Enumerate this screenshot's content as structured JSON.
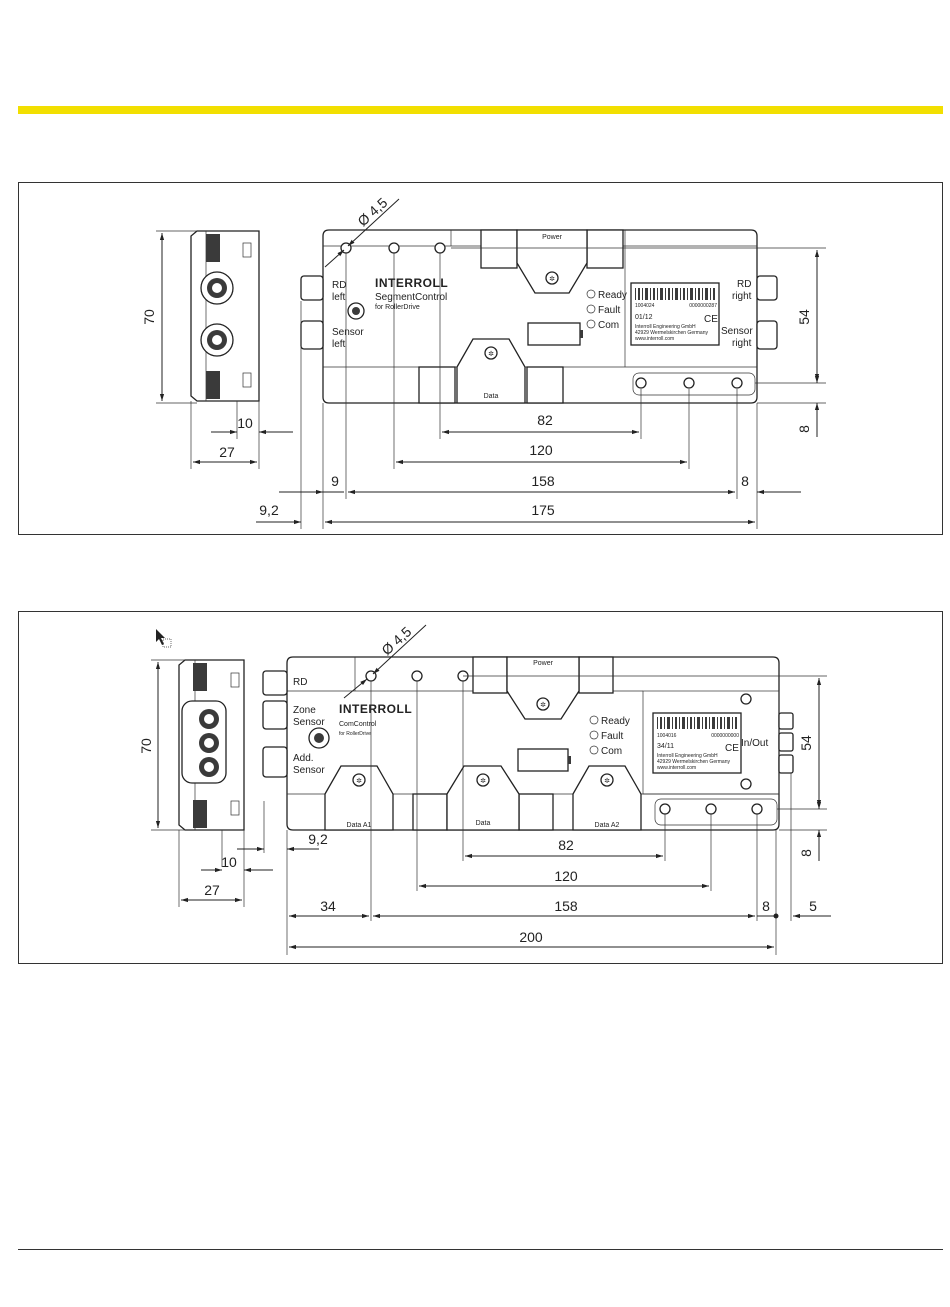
{
  "diagram1": {
    "brand": "INTERROLL",
    "product": "SegmentControl",
    "subtitle": "for RollerDrive",
    "power": "Power",
    "data": "Data",
    "rd_left": [
      "RD",
      "left"
    ],
    "sensor_left": [
      "Sensor",
      "left"
    ],
    "rd_right": [
      "RD",
      "right"
    ],
    "sensor_right": [
      "Sensor",
      "right"
    ],
    "leds": [
      "Ready",
      "Fault",
      "Com"
    ],
    "label": {
      "code_left": "1004024",
      "code_right": "0000000287",
      "date": "01/12",
      "line1": "Interroll Engineering GmbH",
      "line2": "42929 Wermelskirchen Germany",
      "line3": "www.interroll.com",
      "ce": "CE"
    },
    "hole": "Ø 4,5",
    "dims": {
      "d70": "70",
      "d10": "10",
      "d27": "27",
      "d54": "54",
      "d8v": "8",
      "d82": "82",
      "d120": "120",
      "d9": "9",
      "d158": "158",
      "d8": "8",
      "d92": "9,2",
      "d175": "175"
    }
  },
  "diagram2": {
    "brand": "INTERROLL",
    "product": "ComControl",
    "subtitle": "for RollerDrive",
    "power": "Power",
    "data": "Data",
    "data_a1": "Data A1",
    "data_a2": "Data A2",
    "rd": "RD",
    "zone_sensor": [
      "Zone",
      "Sensor"
    ],
    "add_sensor": [
      "Add.",
      "Sensor"
    ],
    "in_out": "In/Out",
    "leds": [
      "Ready",
      "Fault",
      "Com"
    ],
    "label": {
      "code_left": "1004016",
      "code_right": "0000000000",
      "date": "34/11",
      "line1": "Interroll Engineering GmbH",
      "line2": "42929 Wermelskirchen Germany",
      "line3": "www.interroll.com",
      "ce": "CE"
    },
    "hole": "Ø 4,5",
    "dims": {
      "d70": "70",
      "d92": "9,2",
      "d10": "10",
      "d27": "27",
      "d54": "54",
      "d8v": "8",
      "d82": "82",
      "d120": "120",
      "d34": "34",
      "d158": "158",
      "d8": "8",
      "d5": "5",
      "d200": "200"
    }
  }
}
